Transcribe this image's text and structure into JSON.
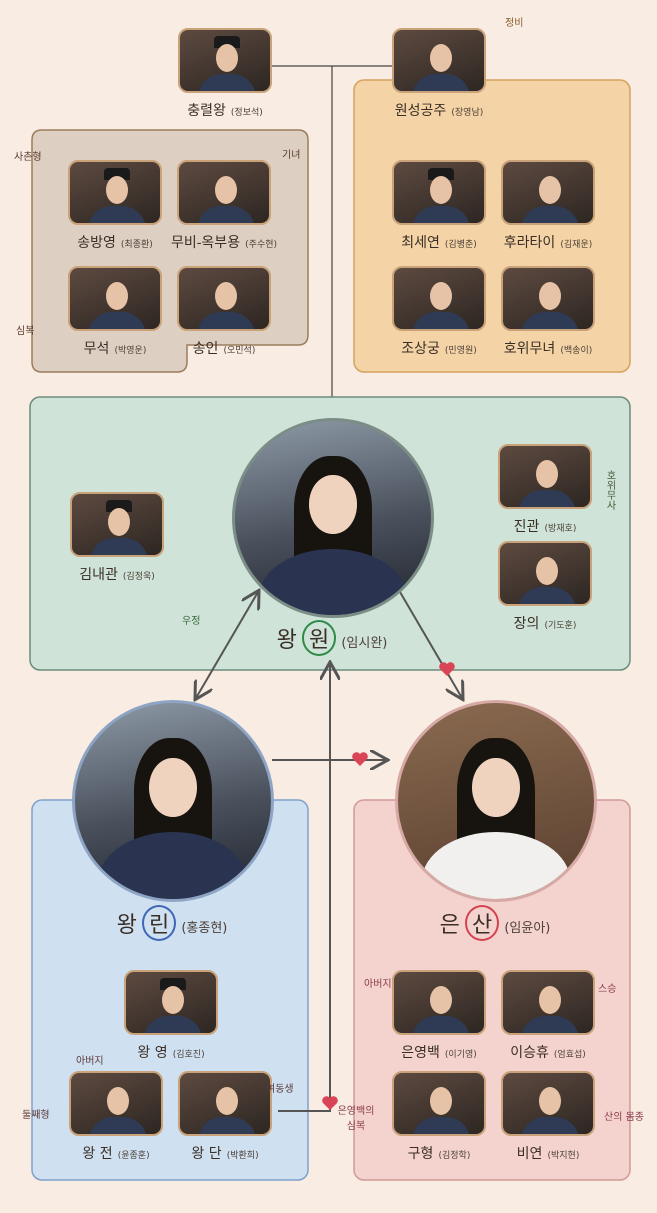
{
  "colors": {
    "background": "#f9ece2",
    "group_beige": "#ddd0c2",
    "group_orange": "#f4d4a6",
    "group_green": "#cfe3d8",
    "group_blue": "#cfe0f0",
    "group_pink": "#f4d3cf",
    "heart": "#d94457"
  },
  "characters": [
    {
      "name": "충렬왕",
      "actor": "(정보석)"
    },
    {
      "name": "원성공주",
      "actor": "(장영남)"
    },
    {
      "name": "송방영",
      "actor": "(최종환)"
    },
    {
      "name": "무비-옥부용",
      "actor": "(주수현)"
    },
    {
      "name": "무석",
      "actor": "(박영운)"
    },
    {
      "name": "송인",
      "actor": "(오민석)"
    },
    {
      "name": "최세연",
      "actor": "(김병춘)"
    },
    {
      "name": "후라타이",
      "actor": "(김재운)"
    },
    {
      "name": "조상궁",
      "actor": "(민영원)"
    },
    {
      "name": "호위무녀",
      "actor": "(백송이)"
    },
    {
      "name": "김내관",
      "actor": "(김정욱)"
    },
    {
      "name": "진관",
      "actor": "(방재호)"
    },
    {
      "name": "장의",
      "actor": "(기도훈)"
    },
    {
      "name": "왕 영",
      "actor": "(김호진)"
    },
    {
      "name": "왕 전",
      "actor": "(윤종훈)"
    },
    {
      "name": "왕 단",
      "actor": "(박환희)"
    },
    {
      "name": "은영백",
      "actor": "(이기영)"
    },
    {
      "name": "이승휴",
      "actor": "(엄효섭)"
    },
    {
      "name": "구형",
      "actor": "(김정학)"
    },
    {
      "name": "비연",
      "actor": "(박지현)"
    }
  ],
  "leads": [
    {
      "name_a": "왕",
      "name_b": "원",
      "actor": "(임시완)"
    },
    {
      "name_a": "왕",
      "name_b": "린",
      "actor": "(홍종현)"
    },
    {
      "name_a": "은",
      "name_b": "산",
      "actor": "(임윤아)"
    }
  ],
  "relations": [
    "정비",
    "사촌형",
    "기녀",
    "심복",
    "호위무사",
    "우정",
    "아버지",
    "둘째형",
    "여동생",
    "아버지",
    "스승",
    "은영백의 심복",
    "산의 몸종"
  ]
}
